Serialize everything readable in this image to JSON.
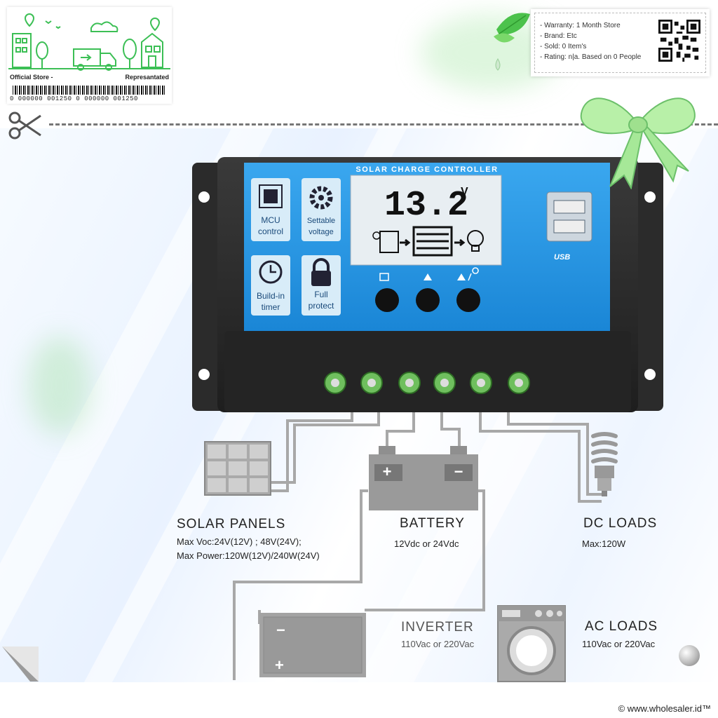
{
  "store_card": {
    "left_label": "Official Store -",
    "right_label": "Represantated",
    "barcode_number": "0 000000 001250 0 000000 001250"
  },
  "info_card": {
    "lines": [
      "- Warranty: 1 Month Store",
      "- Brand: Etc",
      "- Sold: 0 Item's",
      "- Rating: n|a. Based on 0 People"
    ]
  },
  "controller": {
    "title": "SOLAR CHARGE CONTROLLER",
    "lcd_value": "13.2",
    "lcd_unit": "V",
    "features": [
      {
        "line1": "MCU",
        "line2": "control",
        "icon": "chip-icon"
      },
      {
        "line1": "Settable",
        "line2": "voltage",
        "icon": "gear-icon"
      },
      {
        "line1": "Build-in",
        "line2": "timer",
        "icon": "clock-icon"
      },
      {
        "line1": "Full",
        "line2": "protect",
        "icon": "lock-icon"
      }
    ],
    "usb_label": "USB"
  },
  "labels": {
    "solar_title": "SOLAR  PANELS",
    "solar_line1": "Max  Voc:24V(12V) ; 48V(24V);",
    "solar_line2": "Max  Power:120W(12V)/240W(24V)",
    "battery_title": "BATTERY",
    "battery_sub": "12Vdc  or  24Vdc",
    "dc_title": "DC  LOADS",
    "dc_sub": "Max:120W",
    "inverter_title": "INVERTER",
    "inverter_sub": "110Vac  or  220Vac",
    "ac_title": "AC  LOADS",
    "ac_sub": "110Vac  or  220Vac"
  },
  "footer": {
    "copyright": "© www.wholesaler.id™"
  },
  "colors": {
    "panel_blue": "#1e9be6",
    "wire_gray": "#9a9a9a",
    "green_accent": "#33b64a"
  }
}
